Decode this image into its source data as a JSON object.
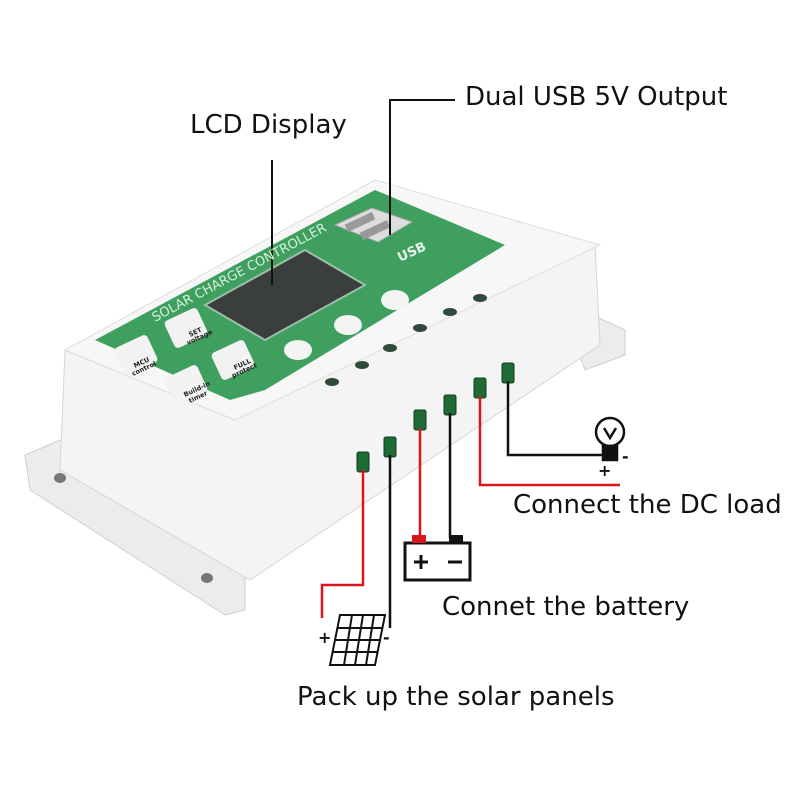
{
  "callouts": {
    "usb": "Dual USB 5V Output",
    "lcd": "LCD Display",
    "load": "Connect the DC load",
    "battery": "Connet the battery",
    "solar": "Pack up the solar panels"
  },
  "device": {
    "title": "SOLAR CHARGE CONTROLLER",
    "usb_mark": "USB",
    "features": [
      {
        "line1": "MCU",
        "line2": "control",
        "icon": "chip-icon"
      },
      {
        "line1": "SET",
        "line2": "voltage",
        "icon": "gear-icon"
      },
      {
        "line1": "FULL",
        "line2": "protect",
        "icon": "lock-icon"
      },
      {
        "line1": "Build-in",
        "line2": "timer",
        "icon": "clock-icon"
      }
    ]
  },
  "signs": {
    "plus": "+",
    "minus": "-"
  },
  "colors": {
    "panel_green": "#3f9f5f",
    "wire_red": "#d8161b",
    "wire_black": "#111111",
    "body_white": "#f3f3f3"
  }
}
